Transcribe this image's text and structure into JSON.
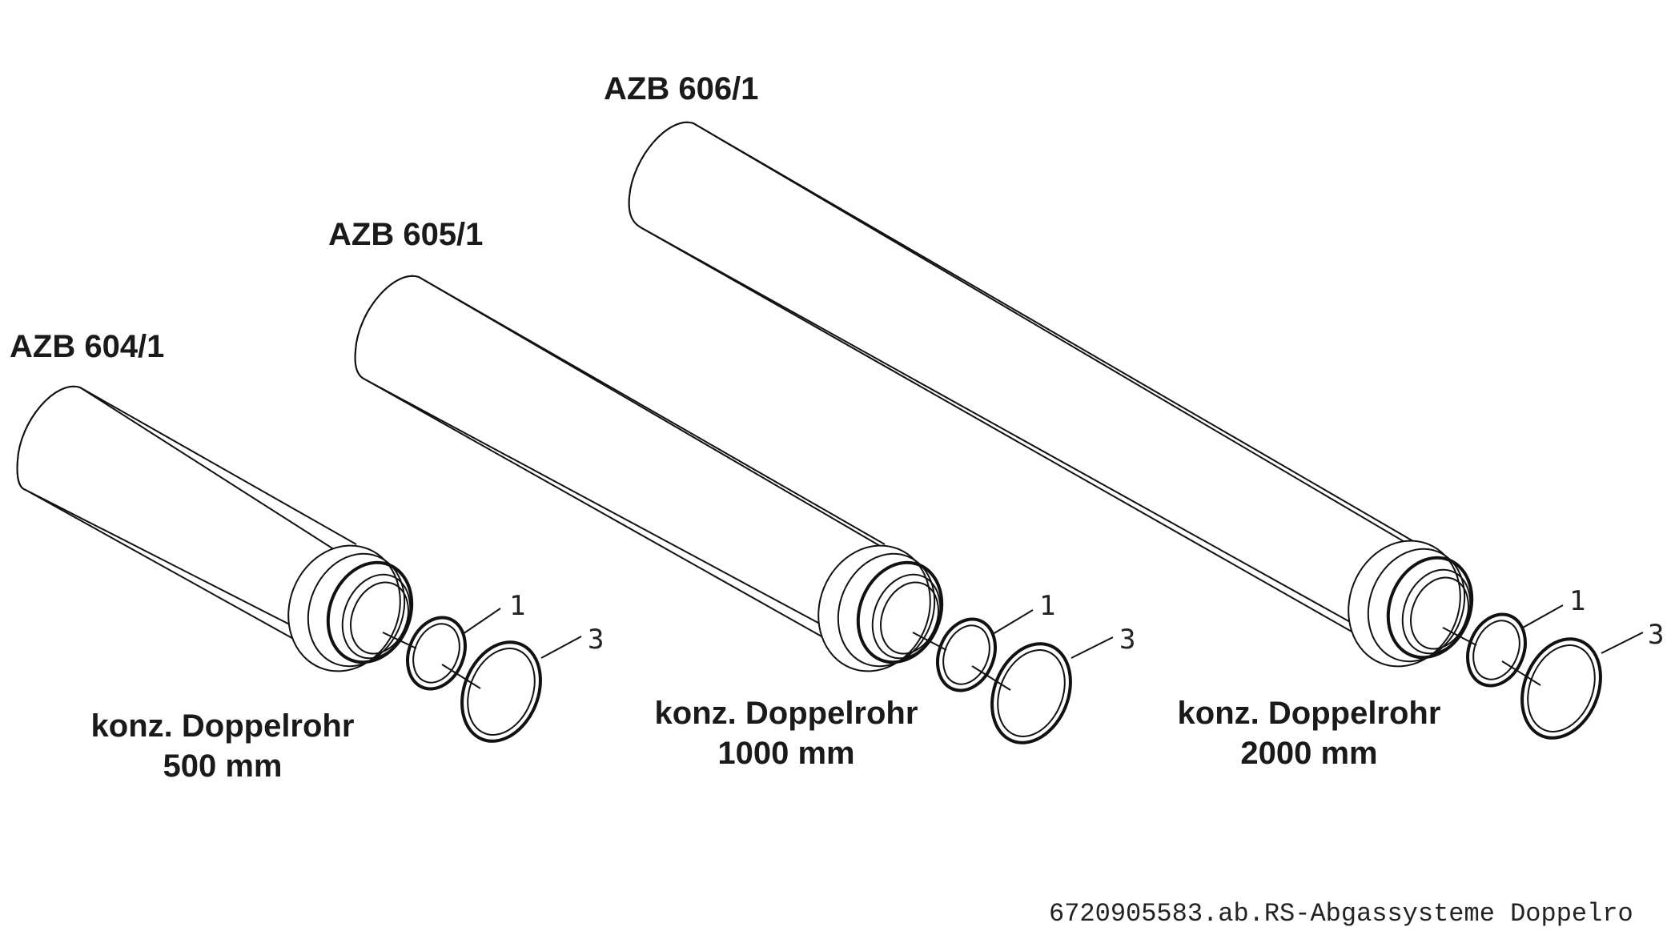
{
  "pipes": [
    {
      "model": "AZB 604/1",
      "caption_line1": "konz. Doppelrohr",
      "caption_line2": "500 mm",
      "callout_a": "1",
      "callout_b": "3"
    },
    {
      "model": "AZB 605/1",
      "caption_line1": "konz. Doppelrohr",
      "caption_line2": "1000 mm",
      "callout_a": "1",
      "callout_b": "3"
    },
    {
      "model": "AZB 606/1",
      "caption_line1": "konz. Doppelrohr",
      "caption_line2": "2000 mm",
      "callout_a": "1",
      "callout_b": "3"
    }
  ],
  "footer_reference": "6720905583.ab.RS-Abgassysteme Doppelro"
}
